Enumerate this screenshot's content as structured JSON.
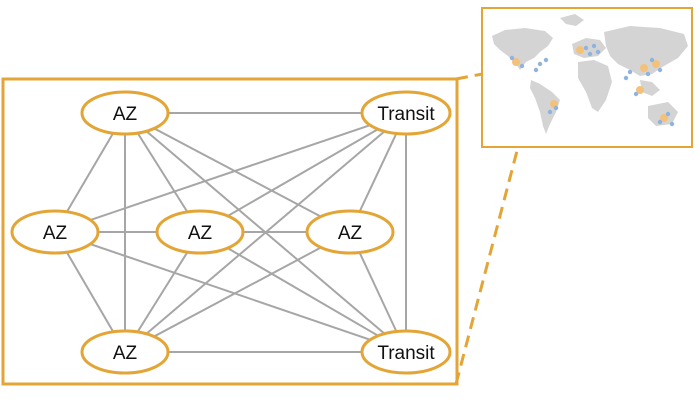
{
  "colors": {
    "accent": "#E3A535",
    "link": "#A6A6A6",
    "land": "#D4D4D4",
    "marker_blue": "#8FB3E0",
    "marker_orange": "#F3C27A"
  },
  "nodes": [
    {
      "id": "az_top",
      "label": "AZ"
    },
    {
      "id": "transit_top",
      "label": "Transit"
    },
    {
      "id": "az_left",
      "label": "AZ"
    },
    {
      "id": "az_center",
      "label": "AZ"
    },
    {
      "id": "az_right",
      "label": "AZ"
    },
    {
      "id": "az_bottom",
      "label": "AZ"
    },
    {
      "id": "transit_bottom",
      "label": "Transit"
    }
  ],
  "edges": [
    [
      "az_top",
      "transit_top"
    ],
    [
      "az_top",
      "az_left"
    ],
    [
      "az_top",
      "az_center"
    ],
    [
      "az_top",
      "az_right"
    ],
    [
      "az_top",
      "az_bottom"
    ],
    [
      "az_top",
      "transit_bottom"
    ],
    [
      "transit_top",
      "az_left"
    ],
    [
      "transit_top",
      "az_center"
    ],
    [
      "transit_top",
      "az_bottom"
    ],
    [
      "transit_top",
      "transit_bottom"
    ],
    [
      "az_left",
      "az_center"
    ],
    [
      "az_left",
      "az_bottom"
    ],
    [
      "az_left",
      "transit_bottom"
    ],
    [
      "az_center",
      "az_right"
    ],
    [
      "az_center",
      "az_bottom"
    ],
    [
      "az_center",
      "transit_bottom"
    ],
    [
      "az_right",
      "az_bottom"
    ],
    [
      "az_right",
      "transit_bottom"
    ],
    [
      "az_right",
      "az_left"
    ],
    [
      "az_bottom",
      "transit_bottom"
    ],
    [
      "transit_top",
      "az_right"
    ]
  ],
  "map": {
    "icon": "world-map-icon"
  }
}
